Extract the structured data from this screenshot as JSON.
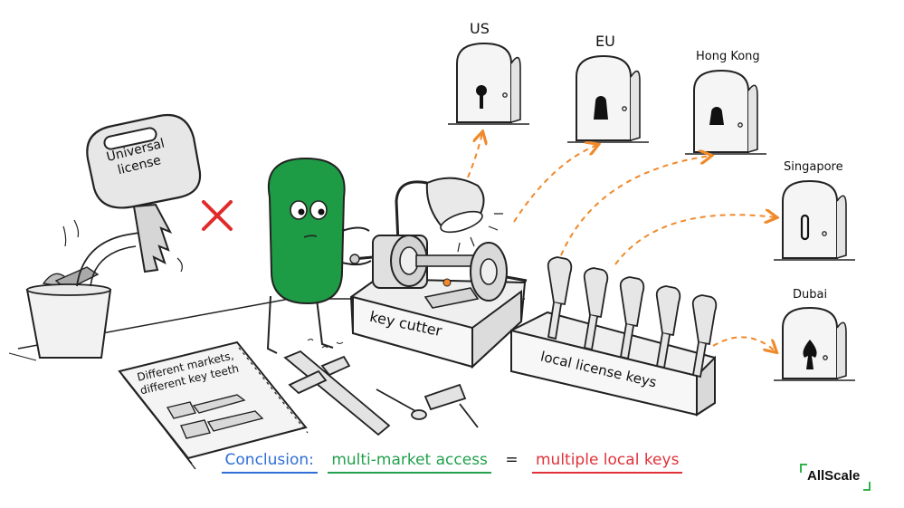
{
  "markets": {
    "us": "US",
    "eu": "EU",
    "hong_kong": "Hong Kong",
    "singapore": "Singapore",
    "dubai": "Dubai"
  },
  "universal_key_label": "Universal license",
  "rejected_mark": "✕",
  "machine_label": "key cutter",
  "rack_label": "local license keys",
  "notebook_text": "Different markets, different key teeth",
  "conclusion": {
    "prefix": "Conclusion:",
    "term1": "multi-market access",
    "equals": "=",
    "term2": "multiple local keys"
  },
  "brand": "AllScale",
  "colors": {
    "character_green": "#1e9b45",
    "arrow_orange": "#f0892a",
    "reject_red": "#e12b2b",
    "conclusion_blue": "#2f6fd6",
    "conclusion_green": "#23a04d",
    "conclusion_red": "#e0323a"
  }
}
